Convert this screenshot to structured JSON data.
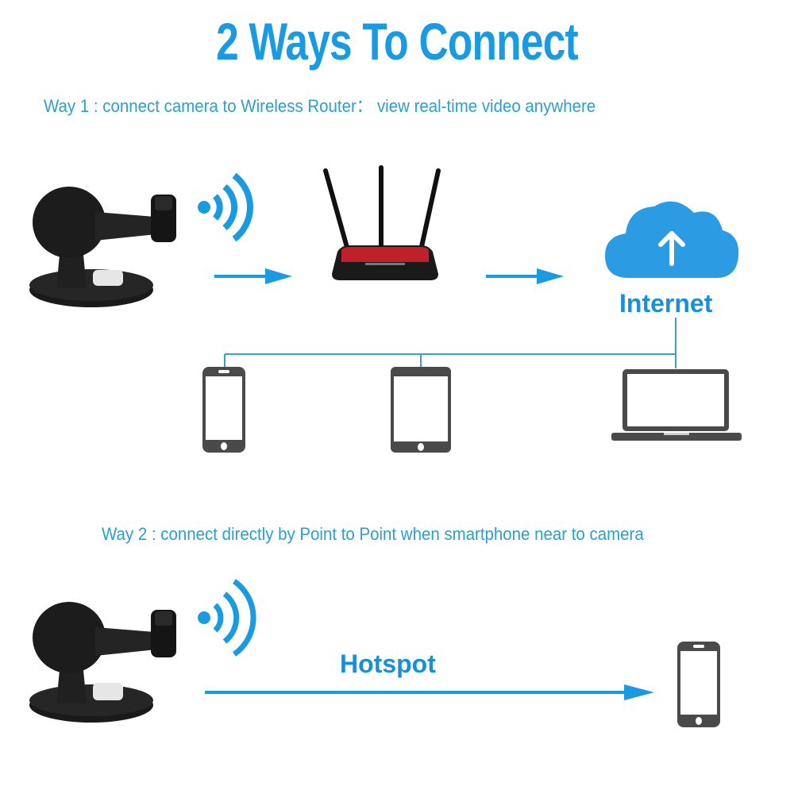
{
  "title": "2 Ways To Connect",
  "way1": {
    "description": "Way 1 : connect camera to Wireless Router： view real-time video anywhere",
    "nodes": [
      {
        "name": "camera",
        "icon": "camera-stand-icon"
      },
      {
        "name": "wifi-signal",
        "icon": "wifi-signal-icon"
      },
      {
        "name": "router",
        "icon": "router-icon"
      },
      {
        "name": "internet",
        "icon": "cloud-upload-icon",
        "label": "Internet"
      }
    ],
    "internet_label": "Internet",
    "clients": [
      {
        "name": "smartphone",
        "icon": "smartphone-icon"
      },
      {
        "name": "tablet",
        "icon": "tablet-icon"
      },
      {
        "name": "laptop",
        "icon": "laptop-icon"
      }
    ]
  },
  "way2": {
    "description": "Way 2 : connect directly by Point to Point when smartphone near to camera",
    "connection_label": "Hotspot",
    "nodes": [
      {
        "name": "camera",
        "icon": "camera-stand-icon"
      },
      {
        "name": "wifi-signal",
        "icon": "wifi-signal-icon"
      },
      {
        "name": "smartphone",
        "icon": "smartphone-icon"
      }
    ]
  },
  "colors": {
    "accent_blue": "#1a9ae0",
    "text_blue": "#2a9fd0",
    "cloud_blue": "#2b9be3",
    "device_gray": "#4a4a4a",
    "connector_line": "#3a9fcf",
    "router_red": "#c0202a",
    "camera_black": "#1c1c1c"
  }
}
